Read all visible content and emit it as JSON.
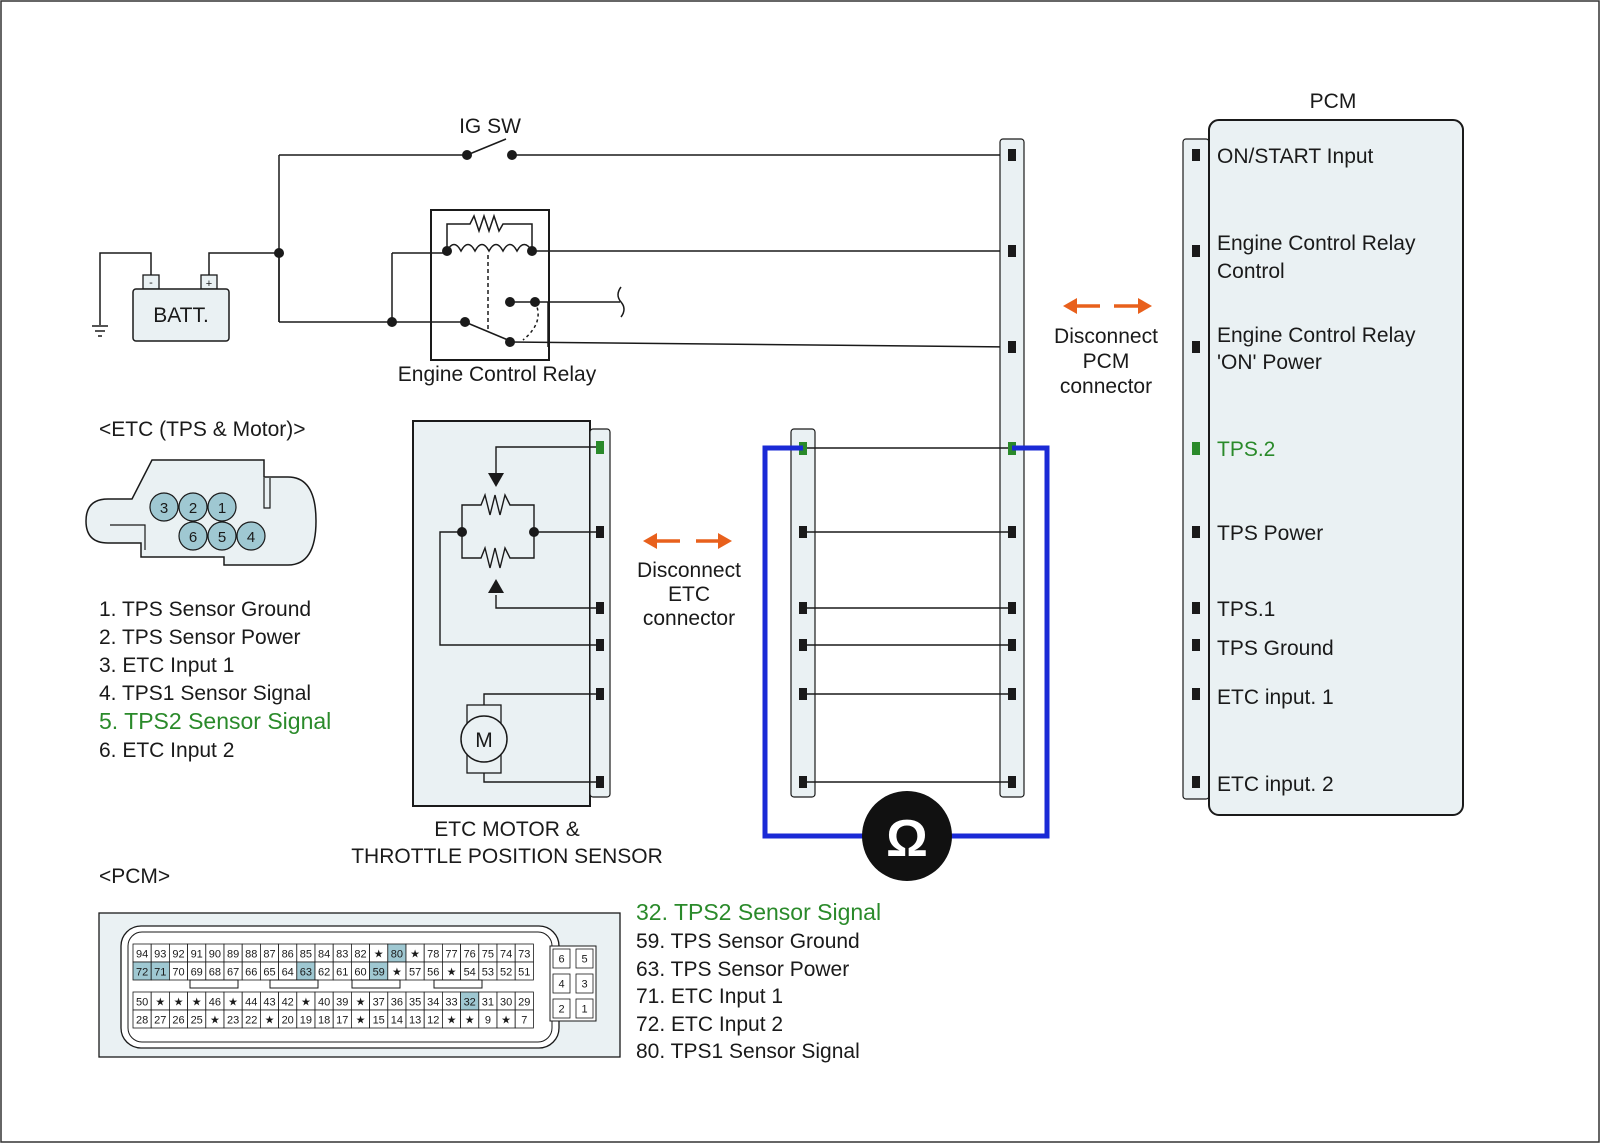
{
  "colors": {
    "harness": "#eaf1f3",
    "highlight_pin": "#9fc8d2",
    "tps2": "#2a8a2a",
    "arrow": "#e8601c",
    "meter_wire": "#1a2ad6",
    "wire": "#1a1a1a"
  },
  "battery": {
    "label": "BATT.",
    "neg": "-",
    "pos": "+"
  },
  "ig_switch": {
    "label": "IG SW"
  },
  "relay": {
    "label": "Engine Control Relay"
  },
  "etc_connector": {
    "title": "<ETC (TPS & Motor)>",
    "cavities": [
      "3",
      "2",
      "1",
      "6",
      "5",
      "4"
    ],
    "pins": [
      "1. TPS Sensor Ground",
      "2. TPS Sensor Power",
      "3. ETC Input 1",
      "4. TPS1 Sensor Signal",
      "5. TPS2 Sensor Signal",
      "6. ETC Input 2"
    ]
  },
  "etc_module": {
    "label_line1": "ETC MOTOR &",
    "label_line2": "THROTTLE POSITION SENSOR",
    "motor": "M"
  },
  "disconnect_etc": {
    "line1": "Disconnect",
    "line2": "ETC",
    "line3": "connector"
  },
  "disconnect_pcm": {
    "line1": "Disconnect",
    "line2": "PCM",
    "line3": "connector"
  },
  "ohmmeter": {
    "symbol": "Ω"
  },
  "pcm": {
    "title": "PCM",
    "terminals": [
      {
        "line1": "ON/START Input",
        "line2": ""
      },
      {
        "line1": "Engine Control Relay",
        "line2": "Control"
      },
      {
        "line1": "Engine Control Relay",
        "line2": "'ON' Power"
      },
      {
        "line1": "TPS.2",
        "line2": ""
      },
      {
        "line1": "TPS Power",
        "line2": ""
      },
      {
        "line1": "TPS.1",
        "line2": ""
      },
      {
        "line1": "TPS Ground",
        "line2": ""
      },
      {
        "line1": "ETC input. 1",
        "line2": ""
      },
      {
        "line1": "ETC input. 2",
        "line2": ""
      }
    ]
  },
  "pcm_connector": {
    "title": "<PCM>",
    "row1": [
      "94",
      "93",
      "92",
      "91",
      "90",
      "89",
      "88",
      "87",
      "86",
      "85",
      "84",
      "83",
      "82",
      "★",
      "80",
      "★",
      "78",
      "77",
      "76",
      "75",
      "74",
      "73"
    ],
    "row2": [
      "72",
      "71",
      "70",
      "69",
      "68",
      "67",
      "66",
      "65",
      "64",
      "63",
      "62",
      "61",
      "60",
      "59",
      "★",
      "57",
      "56",
      "★",
      "54",
      "53",
      "52",
      "51"
    ],
    "row3": [
      "50",
      "★",
      "★",
      "★",
      "46",
      "★",
      "44",
      "43",
      "42",
      "★",
      "40",
      "39",
      "★",
      "37",
      "36",
      "35",
      "34",
      "33",
      "32",
      "31",
      "30",
      "29"
    ],
    "row4": [
      "28",
      "27",
      "26",
      "25",
      "★",
      "23",
      "22",
      "★",
      "20",
      "19",
      "18",
      "17",
      "★",
      "15",
      "14",
      "13",
      "12",
      "★",
      "★",
      "9",
      "★",
      "7"
    ],
    "highlighted": [
      "80",
      "72",
      "71",
      "63",
      "59",
      "32"
    ],
    "small_block": [
      [
        "6",
        "5"
      ],
      [
        "4",
        "3"
      ],
      [
        "2",
        "1"
      ]
    ],
    "pins": [
      "32. TPS2 Sensor Signal",
      "59. TPS Sensor Ground",
      "63. TPS Sensor Power",
      "71. ETC Input 1",
      "72. ETC Input 2",
      "80. TPS1 Sensor Signal"
    ]
  }
}
